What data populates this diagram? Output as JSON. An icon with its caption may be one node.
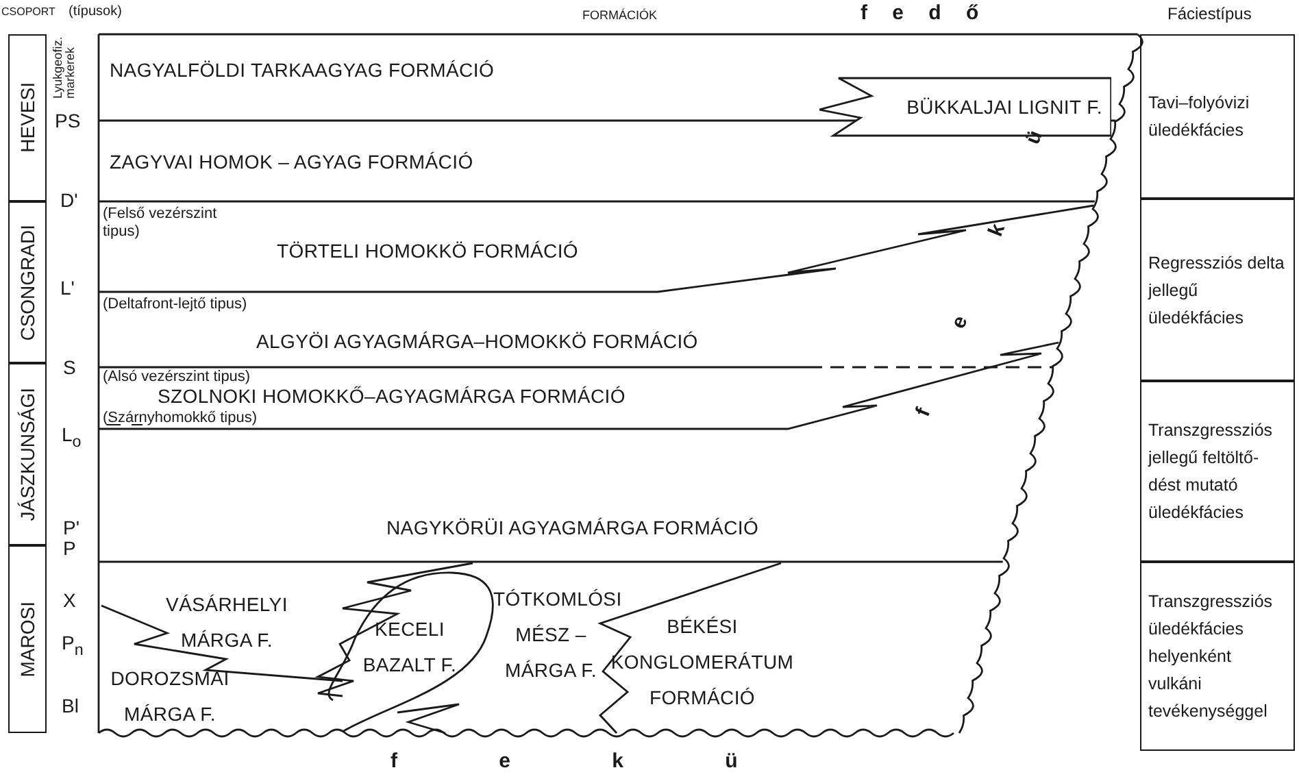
{
  "diagram": {
    "nodes": [
      {
        "text": [
          "HEVESI"
        ]
      },
      {
        "text": [
          "CSONGRADI"
        ]
      },
      {
        "text": [
          "JÁSZKUNSÁGI"
        ]
      },
      {
        "text": [
          "MAROSI"
        ]
      },
      {
        "text": [
          "NAGYALFÖLDI TARKAAGYAG FORMÁCIÓ"
        ]
      },
      {
        "text": [
          "BÜKKALJAI LIGNIT F."
        ]
      },
      {
        "text": [
          "ZAGYVAI HOMOK – AGYAG FORMÁCIÓ"
        ]
      },
      {
        "text": [
          "(Felső vezérszint tipus)",
          "TÖRTELI HOMOKKÖ FORMÁCIÓ"
        ]
      },
      {
        "text": [
          "(Deltafront-lejtő tipus)",
          "ALGYÖI AGYAGMÁRGA–HOMOKKÖ FORMÁCIÓ"
        ]
      },
      {
        "text": [
          "(Alsó vezérszint tipus)",
          "SZOLNOKI HOMOKKŐ–AGYAGMÁRGA FORMÁCIÓ",
          "(Szárnyhomokkő tipus)"
        ]
      },
      {
        "text": [
          "NAGYKÖRÜI AGYAGMÁRGA FORMÁCIÓ"
        ]
      },
      {
        "text": [
          "VÁSÁRHELYI MÁRGA F."
        ]
      },
      {
        "text": [
          "DOROZSMAI MÁRGA F."
        ]
      },
      {
        "text": [
          "KECELI BAZALT F."
        ]
      },
      {
        "text": [
          "TÓTKOMLÓSI MÉSZ – MÁRGA F."
        ]
      },
      {
        "text": [
          "BÉKÉSI KONGLOMERÁTUM FORMÁCIÓ"
        ]
      },
      {
        "text": [
          "Tavi–folyóvizi üledékfácies"
        ]
      },
      {
        "text": [
          "Regressziós delta jellegű üledékfácies"
        ]
      },
      {
        "text": [
          "Transzgressziós jellegű feltöltő- dést mutató üledékfácies"
        ]
      },
      {
        "text": [
          "Transzgressziós üledékfácies helyenként vulkáni tevékenységgel"
        ]
      }
    ],
    "labels": [
      "CSOPORT",
      "(típusok)",
      "FORMÁCIÓK",
      "f e d ő",
      "Fáciestípus",
      "Lyukgeofiz. markerek",
      "PS",
      "D'",
      "L'",
      "S",
      "L$_{o}$",
      "P'",
      "P",
      "X",
      "P$_{n}$",
      "Bl",
      "f e k ü",
      "f e k ü"
    ]
  }
}
